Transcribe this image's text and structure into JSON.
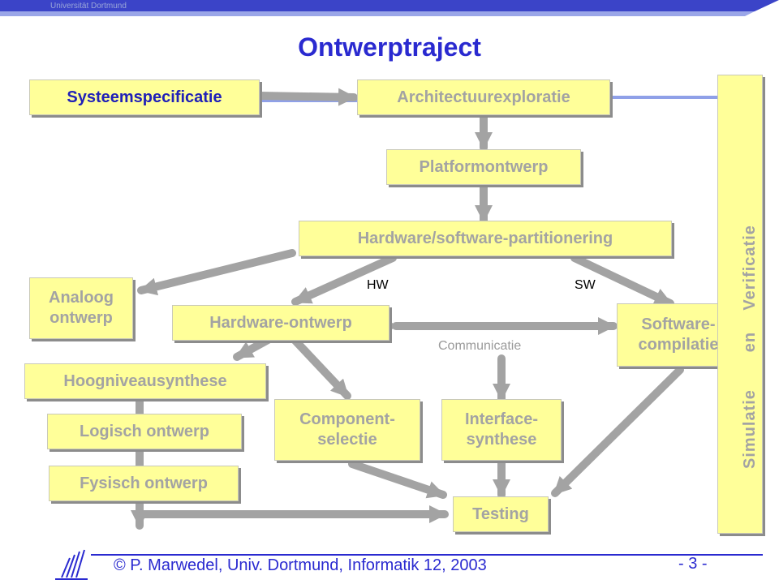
{
  "header": {
    "university": "Universität Dortmund"
  },
  "slide": {
    "title": "Ontwerptraject"
  },
  "boxes": {
    "systeemspecificatie": "Systeemspecificatie",
    "architectuurexploratie": "Architectuurexploratie",
    "platformontwerp": "Platformontwerp",
    "partitionering": "Hardware/software-partitionering",
    "analoog": "Analoog\nontwerp",
    "hardware_ontwerp": "Hardware-ontwerp",
    "software_compilatie": "Software-\ncompilatie",
    "hoogniveausynthese": "Hoogniveausynthese",
    "logisch_ontwerp": "Logisch ontwerp",
    "component_selectie": "Component-\nselectie",
    "interface_synthese": "Interface-\nsynthese",
    "fysisch_ontwerp": "Fysisch ontwerp",
    "testing": "Testing"
  },
  "labels": {
    "hw": "HW",
    "sw": "SW",
    "communicatie": "Communicatie"
  },
  "verification": {
    "text": "Simulatie       en    Verificatie"
  },
  "footer": {
    "copyright": "© P. Marwedel, Univ. Dortmund, Informatik 12, 2003",
    "page": "- 3 -"
  },
  "colors": {
    "title": "#2a2ad0",
    "box_fill": "#ffff99",
    "box_text": "#a3a3a3",
    "arrow": "#a3a3a3",
    "line_blue": "#8fa0e8"
  },
  "icons": {
    "logo": "university-logo-icon"
  }
}
